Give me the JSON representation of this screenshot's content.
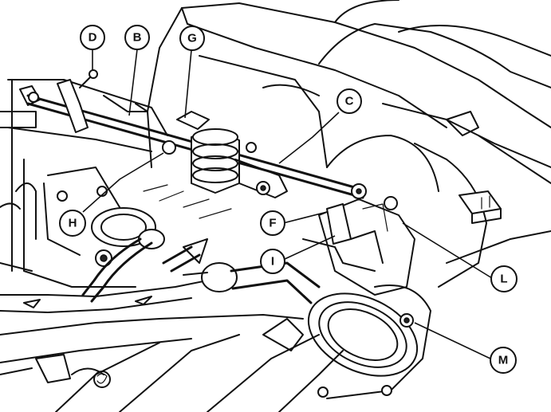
{
  "callouts": {
    "D": "D",
    "B": "B",
    "G": "G",
    "C": "C",
    "H": "H",
    "F": "F",
    "I": "I",
    "L": "L",
    "M": "M"
  },
  "ink_color": "#111111",
  "background_color": "#ffffff"
}
